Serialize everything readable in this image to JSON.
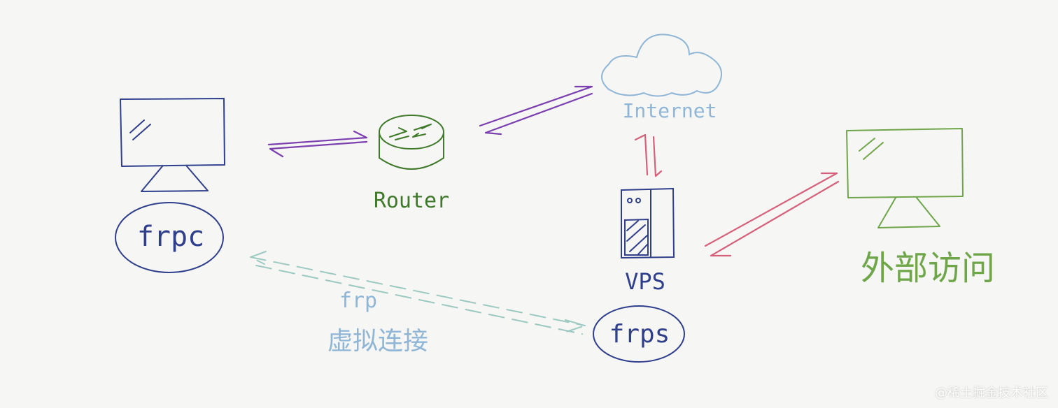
{
  "nodes": {
    "frpc_label": "frpc",
    "router_label": "Router",
    "internet_label": "Internet",
    "vps_label": "VPS",
    "frps_label": "frps",
    "external_label": "外部访问",
    "tunnel_label_line1": "frp",
    "tunnel_label_line2": "虚拟连接"
  },
  "watermark": "@稀土掘金技术社区",
  "colors": {
    "blue": "#2f3f8c",
    "purple": "#7b3fb0",
    "green": "#3f7a2a",
    "lightgreen": "#6fa64a",
    "lightblue": "#8fb6d6",
    "red": "#d6607a",
    "teal": "#9cc9c1"
  }
}
